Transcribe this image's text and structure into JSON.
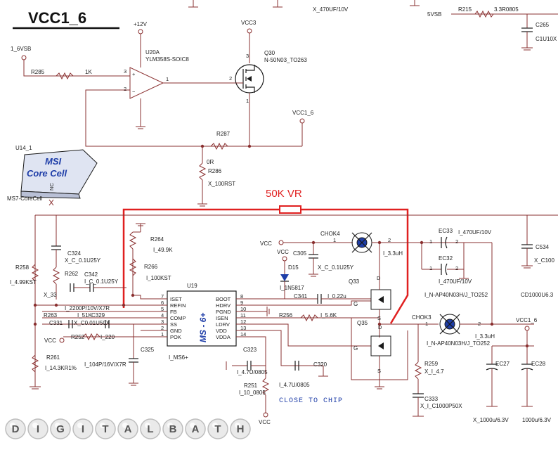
{
  "title": "VCC1_6",
  "annotation": {
    "text": "50K VR",
    "color": "#e02020"
  },
  "note": "CLOSE TO CHIP",
  "watermark": [
    "D",
    "I",
    "G",
    "I",
    "T",
    "A",
    "L",
    "B",
    "A",
    "T",
    "H"
  ],
  "nets": {
    "v12": "+12V",
    "vcc3": "VCC3",
    "v1_6vsb": "1_6VSB",
    "vcc1_6_a": "VCC1_6",
    "vcc1_6_b": "VCC1_6",
    "vcc_top": "VCC",
    "vcc_d15": "VCC",
    "vcc_left": "VCC",
    "vcc_bottom": "VCC",
    "v5vsb": "5VSB",
    "x470_top": "X_470UF/10V"
  },
  "opamp": {
    "ref": "U20A",
    "part": "YLM358S-SOIC8",
    "pin_plus": "3",
    "pin_minus": "2",
    "pin_out": "1"
  },
  "q30": {
    "ref": "Q30",
    "part": "N-50N03_TO263",
    "pin_g": "2",
    "pin_d": "3",
    "pin_s": "1"
  },
  "r285": {
    "ref": "R285",
    "value": "1K"
  },
  "r287": {
    "ref": "R287",
    "value": "0R"
  },
  "r286": {
    "ref": "R286",
    "value": "X_100RST"
  },
  "r215": {
    "ref": "R215",
    "value": "3.3R0805"
  },
  "c265": {
    "ref": "C265",
    "value": "C1U10X"
  },
  "u14": {
    "ref": "U14_1",
    "line1": "MSI",
    "line2": "Core Cell",
    "nc": "NC",
    "part": "MS7-CoreCell"
  },
  "u19": {
    "ref": "U19",
    "part": "I_MS6+",
    "body": "MS - 6+",
    "left_pins": [
      {
        "num": "7",
        "name": "ISET"
      },
      {
        "num": "6",
        "name": "REFIN"
      },
      {
        "num": "5",
        "name": "FB"
      },
      {
        "num": "4",
        "name": "COMP"
      },
      {
        "num": "3",
        "name": "SS"
      },
      {
        "num": "2",
        "name": "GND"
      },
      {
        "num": "1",
        "name": "POK"
      }
    ],
    "right_pins": [
      {
        "num": "8",
        "name": "BOOT"
      },
      {
        "num": "9",
        "name": "HDRV"
      },
      {
        "num": "10",
        "name": "PGND"
      },
      {
        "num": "11",
        "name": "ISEN"
      },
      {
        "num": "12",
        "name": "LDRV"
      },
      {
        "num": "13",
        "name": "VDD"
      },
      {
        "num": "14",
        "name": "VDDA"
      }
    ]
  },
  "r264": {
    "ref": "R264",
    "value": "I_49.9K"
  },
  "r266": {
    "ref": "R266",
    "value": "I_100KST"
  },
  "c324": {
    "ref": "C324",
    "value": "X_C_0.1U25Y"
  },
  "r258": {
    "ref": "R258",
    "value": "I_4.99KST"
  },
  "r262": {
    "ref": "R262",
    "value": "X_33"
  },
  "c342": {
    "ref": "C342",
    "value": "I_C_0.1U25Y"
  },
  "c_2200": {
    "value": "I_2200P/10V/X7R"
  },
  "r263": {
    "ref": "R263",
    "value": "I_51K"
  },
  "c329": {
    "ref": "C329"
  },
  "c331": {
    "ref": "C331",
    "value": "X_C0.01U50X"
  },
  "r252": {
    "ref": "R252",
    "value": "I_220"
  },
  "c325": {
    "ref": "C325",
    "value": "I_104P/16V/X7R"
  },
  "r261": {
    "ref": "R261",
    "value": "I_14.3KR1%"
  },
  "chok4": {
    "ref": "CHOK4",
    "value": "I_3.3uH",
    "pin1": "1",
    "pin2": "2"
  },
  "chok3": {
    "ref": "CHOK3",
    "value": "I_3.3uH",
    "pin1": "1",
    "pin2": "2"
  },
  "c305": {
    "ref": "C305",
    "value": "X_C_0.1U25Y"
  },
  "d15": {
    "ref": "D15",
    "value": "I_1N5817"
  },
  "c341": {
    "ref": "C341",
    "value": "I_0.22u"
  },
  "r256": {
    "ref": "R256",
    "value": "I_5.6K"
  },
  "q33": {
    "ref": "Q33",
    "value": "I_N-AP40N03H/J_TO252",
    "g": "G",
    "d": "D",
    "s": "S"
  },
  "q35": {
    "ref": "Q35",
    "value": "I_N-AP40N03H/J_TO252",
    "g": "G",
    "d": "D",
    "s": "S"
  },
  "ec33": {
    "ref": "EC33",
    "value": "I_470UF/10V",
    "pin1": "1",
    "pin2": "2"
  },
  "ec32": {
    "ref": "EC32",
    "value": "I_470UF/10V",
    "pin1": "1",
    "pin2": "2"
  },
  "c534": {
    "ref": "C534",
    "value": "X_C100"
  },
  "cd": {
    "value": "CD1000U6.3"
  },
  "c323": {
    "ref": "C323",
    "value": "I_4.7U/0805"
  },
  "c320": {
    "ref": "C320",
    "value": "I_4.7U/0805"
  },
  "r251": {
    "ref": "R251",
    "value": "I_10_0805"
  },
  "r259": {
    "ref": "R259",
    "value": "X_I_4.7"
  },
  "c333": {
    "ref": "C333",
    "value": "X_I_C1000P50X"
  },
  "ec27": {
    "ref": "EC27",
    "value": "X_1000u/6.3V"
  },
  "ec28": {
    "ref": "EC28",
    "value": "1000u/6.3V"
  }
}
